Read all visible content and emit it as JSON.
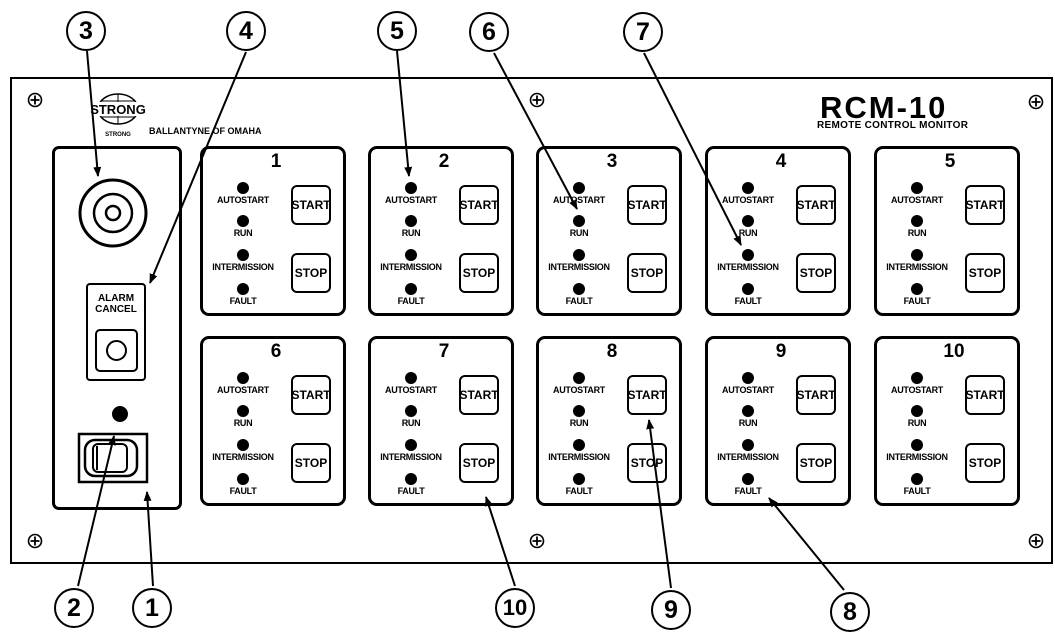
{
  "brand": {
    "logo_text": "STRONG",
    "logo_subtext": "STRONG",
    "subtitle": "BALLANTYNE OF OMAHA"
  },
  "header": {
    "title": "RCM-10",
    "subtitle": "REMOTE CONTROL MONITOR"
  },
  "alarm": {
    "label_line1": "ALARM",
    "label_line2": "CANCEL"
  },
  "module_labels": {
    "autostart": "AUTOSTART",
    "run": "RUN",
    "intermission": "INTERMISSION",
    "fault": "FAULT"
  },
  "buttons": {
    "start": "START",
    "stop": "STOP"
  },
  "modules": [
    {
      "number": "1"
    },
    {
      "number": "2"
    },
    {
      "number": "3"
    },
    {
      "number": "4"
    },
    {
      "number": "5"
    },
    {
      "number": "6"
    },
    {
      "number": "7"
    },
    {
      "number": "8"
    },
    {
      "number": "9"
    },
    {
      "number": "10"
    }
  ],
  "callouts": [
    {
      "number": "1"
    },
    {
      "number": "2"
    },
    {
      "number": "3"
    },
    {
      "number": "4"
    },
    {
      "number": "5"
    },
    {
      "number": "6"
    },
    {
      "number": "7"
    },
    {
      "number": "8"
    },
    {
      "number": "9"
    },
    {
      "number": "10"
    }
  ]
}
